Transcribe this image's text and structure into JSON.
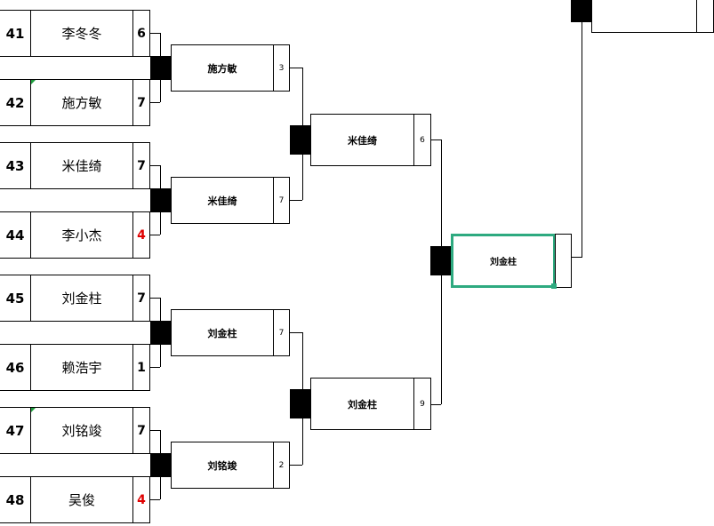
{
  "players": [
    {
      "seed": "41",
      "name": "李冬冬",
      "score": "6",
      "score_red": false
    },
    {
      "seed": "42",
      "name": "施方敏",
      "score": "7",
      "score_red": false
    },
    {
      "seed": "43",
      "name": "米佳绮",
      "score": "7",
      "score_red": false
    },
    {
      "seed": "44",
      "name": "李小杰",
      "score": "4",
      "score_red": true
    },
    {
      "seed": "45",
      "name": "刘金柱",
      "score": "7",
      "score_red": false
    },
    {
      "seed": "46",
      "name": "赖浩宇",
      "score": "1",
      "score_red": false
    },
    {
      "seed": "47",
      "name": "刘铭竣",
      "score": "7",
      "score_red": false
    },
    {
      "seed": "48",
      "name": "吴俊",
      "score": "4",
      "score_red": true
    }
  ],
  "round2": [
    {
      "name": "施方敏",
      "score": "3"
    },
    {
      "name": "米佳绮",
      "score": "7"
    },
    {
      "name": "刘金柱",
      "score": "7"
    },
    {
      "name": "刘铭竣",
      "score": "2"
    }
  ],
  "round3": [
    {
      "name": "米佳绮",
      "score": "6"
    },
    {
      "name": "刘金柱",
      "score": "9"
    }
  ],
  "round4": {
    "name": "刘金柱",
    "score": ""
  },
  "round5": {
    "name": "",
    "score": ""
  },
  "colors": {
    "red": "#e00000",
    "selection": "#2eaa80",
    "line": "#000000"
  }
}
